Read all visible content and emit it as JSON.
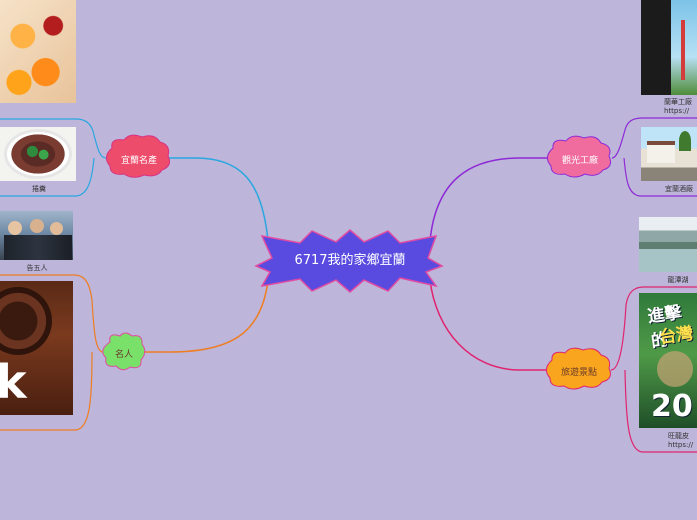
{
  "central_topic": "6717我的家鄉宜蘭",
  "branches": {
    "products": {
      "label": "宜蘭名產",
      "color": "#29a7e1",
      "images": [
        "",
        "捲糞"
      ]
    },
    "people": {
      "label": "名人",
      "color": "#ef7d22",
      "images": [
        "告五人",
        ""
      ]
    },
    "tourism_factory": {
      "label": "觀光工廠",
      "color": "#8e2ad6",
      "images": [
        "蘭華工廠\nhttps://",
        "宜蘭酒廠"
      ]
    },
    "attractions": {
      "label": "旅遊景點",
      "color": "#e0246f",
      "images": [
        "龍潭湖",
        "旺龍皮\nhttps://"
      ]
    }
  },
  "image_text": {
    "banner_big": "進擊的",
    "banner_small": "台灣",
    "banner_year": "20",
    "dark_letter": "k"
  }
}
